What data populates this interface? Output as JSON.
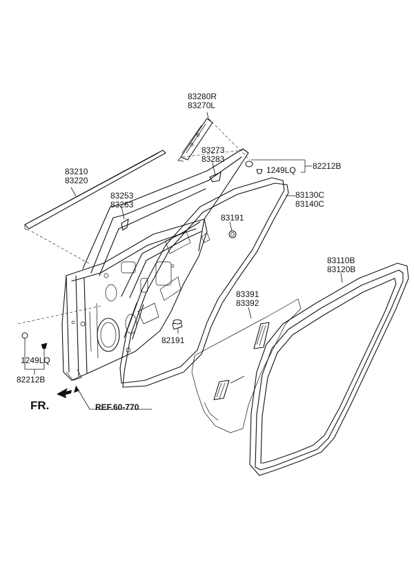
{
  "labels": {
    "guard_a": "83280R",
    "guard_b": "83270L",
    "del_a": "83273",
    "del_b": "83283",
    "clip_top": "82212B",
    "screw_top": "1249LQ",
    "belt_a": "83210",
    "belt_b": "83220",
    "ws_a": "83130C",
    "ws_b": "83140C",
    "tape_a": "83253",
    "tape_b": "83263",
    "plug_a": "83191",
    "seal_a": "83110B",
    "seal_b": "83120B",
    "film_a": "83391",
    "film_b": "83392",
    "plug_b": "82191",
    "screw_bot": "1249LQ",
    "clip_bot": "82212B",
    "ref": "REF.60-770",
    "front": "FR."
  }
}
